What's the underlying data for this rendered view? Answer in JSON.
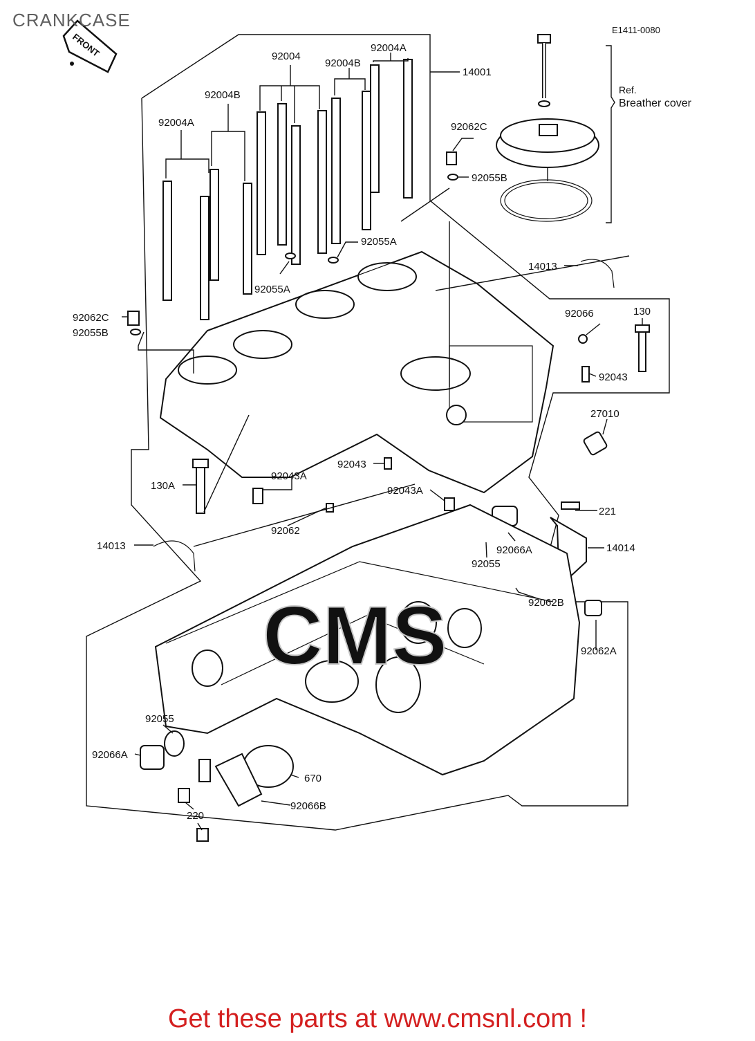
{
  "page": {
    "title": "CRANKCASE",
    "diagram_code": "E1411-0080",
    "footer": "Get these parts at www.cmsnl.com !",
    "watermark": "CMS"
  },
  "front_arrow": {
    "label": "FRONT"
  },
  "breather_ref": {
    "ref": "Ref.",
    "label": "Breather cover"
  },
  "colors": {
    "title": "#606060",
    "footer": "#d42020",
    "lines": "#111111"
  },
  "parts": {
    "p92004": "92004",
    "p92004A_top": "92004A",
    "p92004B_top": "92004B",
    "p92004B_left": "92004B",
    "p92004A_left": "92004A",
    "p14001": "14001",
    "p92062C_right": "92062C",
    "p92055B_right": "92055B",
    "p92055A_mid": "92055A",
    "p92055A_left": "92055A",
    "p14013_top": "14013",
    "p92066": "92066",
    "p130": "130",
    "p92062C_left": "92062C",
    "p92055B_left": "92055B",
    "p92043_right": "92043",
    "p27010": "27010",
    "p92043_mid": "92043",
    "p130A": "130A",
    "p92043A_left": "92043A",
    "p92043A_mid": "92043A",
    "p221": "221",
    "p92062": "92062",
    "p14013_bottom": "14013",
    "p92066A_right": "92066A",
    "p14014": "14014",
    "p92055_mid": "92055",
    "p92062B": "92062B",
    "p92062A": "92062A",
    "p92055_left": "92055",
    "p92066A_left": "92066A",
    "p670": "670",
    "p92066B": "92066B",
    "p220": "220"
  }
}
